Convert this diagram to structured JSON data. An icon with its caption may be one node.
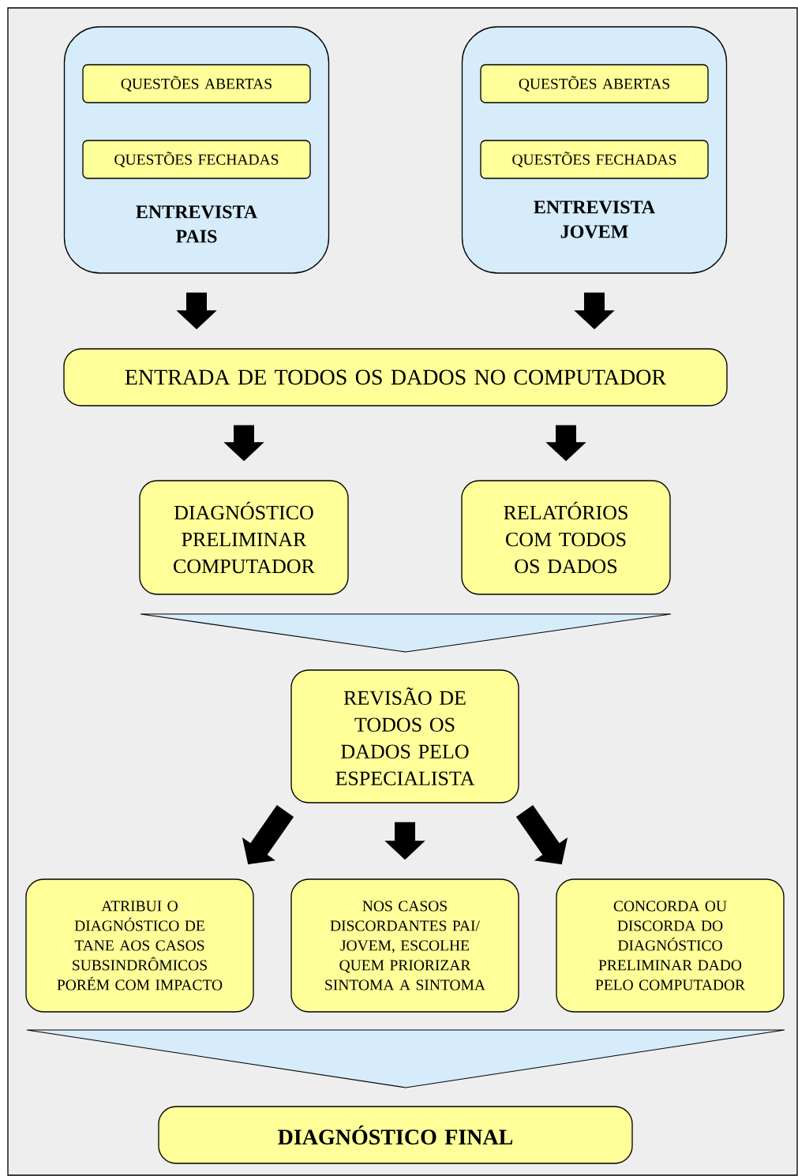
{
  "diagram": {
    "nodes": [
      {
        "text": [
          "ENTREVISTA PAIS"
        ]
      },
      {
        "text": [
          "QUESTÕES ABERTAS"
        ],
        "in": 0
      },
      {
        "text": [
          "QUESTÕES FECHADAS"
        ],
        "in": 0
      },
      {
        "text": [
          "ENTREVISTA JOVEM"
        ]
      },
      {
        "text": [
          "QUESTÕES ABERTAS"
        ],
        "in": 3
      },
      {
        "text": [
          "QUESTÕES FECHADAS"
        ],
        "in": 3
      },
      {
        "text": [
          "ENTRADA DE TODOS OS DADOS NO COMPUTADOR"
        ]
      },
      {
        "text": [
          "DIAGNÓSTICO PRELIMINAR COMPUTADOR"
        ]
      },
      {
        "text": [
          "RELATÓRIOS COM TODOS OS DADOS"
        ]
      },
      {
        "text": [],
        "shape": "triangle"
      },
      {
        "text": [
          "REVISÃO DE TODOS OS DADOS PELO ESPECIALISTA"
        ]
      },
      {
        "text": [
          "ATRIBUI O DIAGNÓSTICO DE TANE AOS CASOS SUBSINDRÔMICOS PORÉM COM IMPACTO"
        ]
      },
      {
        "text": [
          "NOS CASOS DISCORDANTES PAI/ JOVEM, ESCOLHE QUEM PRIORIZAR SINTOMA A SINTOMA"
        ]
      },
      {
        "text": [
          "CONCORDA OU DISCORDA DO DIAGNÓSTICO PRELIMINAR DADO PELO COMPUTADOR"
        ]
      },
      {
        "text": [],
        "shape": "triangle"
      },
      {
        "text": [
          "DIAGNÓSTICO FINAL"
        ]
      }
    ],
    "edges": [
      {
        "from": 0,
        "to": 6,
        "arrow": "to"
      },
      {
        "from": 3,
        "to": 6,
        "arrow": "to"
      },
      {
        "from": 6,
        "to": 7,
        "arrow": "to"
      },
      {
        "from": 6,
        "to": 8,
        "arrow": "to"
      },
      {
        "from": 10,
        "to": 11,
        "arrow": "to"
      },
      {
        "from": 10,
        "to": 12,
        "arrow": "to"
      },
      {
        "from": 10,
        "to": 13,
        "arrow": "to"
      }
    ]
  }
}
